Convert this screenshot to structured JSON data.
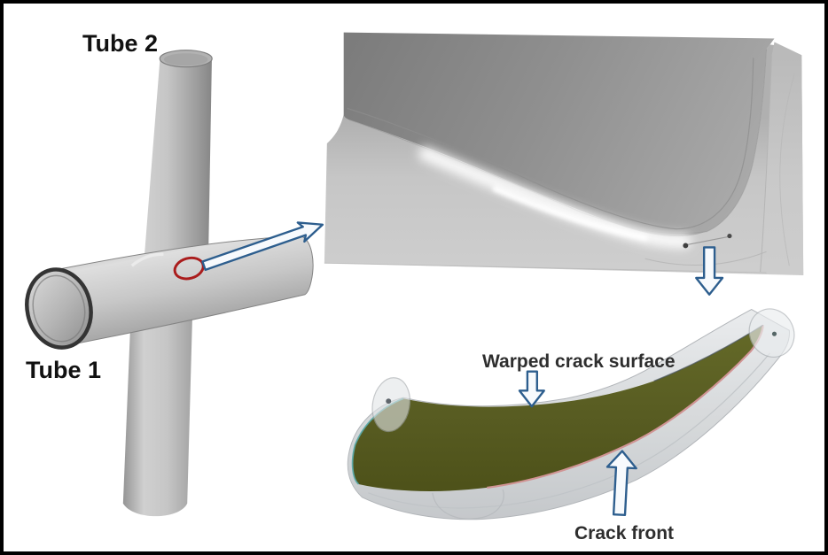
{
  "labels": {
    "tube2": "Tube 2",
    "tube1": "Tube 1",
    "warped_crack_surface": "Warped crack surface",
    "crack_front": "Crack front"
  },
  "icons": {
    "zoom_callout_arrow": "arrow-right-outline",
    "closeup_pointer_arrow": "arrow-down-outline",
    "warped_surface_arrow": "arrow-down-outline",
    "crack_front_arrow": "arrow-up-outline"
  },
  "colors": {
    "background": "#ffffff",
    "border": "#000000",
    "annotation_arrow_blue": "#2d5e8e",
    "crack_region_red": "#aa1c1c",
    "crack_surface_olive": "#585c22",
    "crack_front_pink": "#d09494",
    "crack_front_teal": "#58aaa8",
    "model_gray": "#c6c6c6",
    "shell_gray": "#d5d8da"
  }
}
